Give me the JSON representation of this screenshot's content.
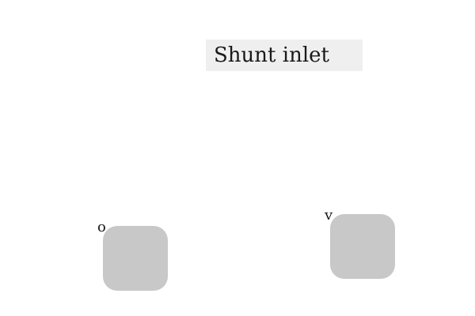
{
  "diagram": {
    "title": "Shunt inlet",
    "nodes": [
      {
        "id": "o",
        "label": "o"
      },
      {
        "id": "v",
        "label": "v"
      }
    ]
  },
  "colors": {
    "background": "#ffffff",
    "title_box": "#efefef",
    "node_fill": "#c8c8c8",
    "text": "#1a1a1a"
  }
}
